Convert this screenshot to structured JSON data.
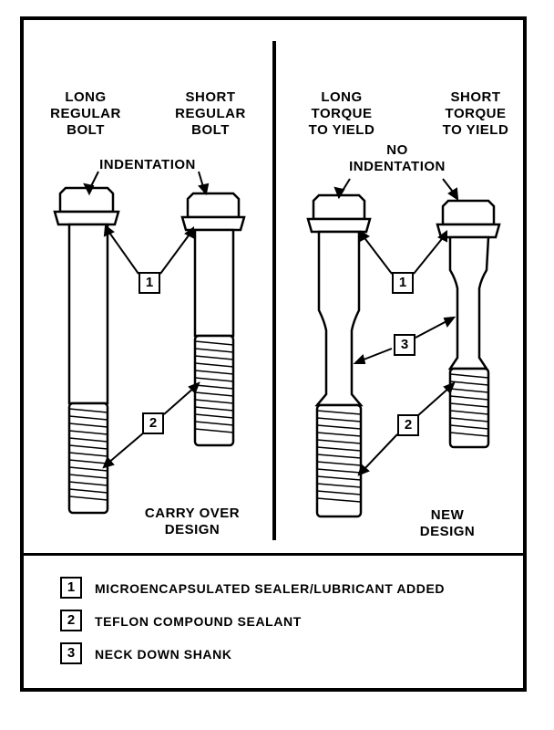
{
  "labels": {
    "long_regular_bolt": "LONG\nREGULAR\nBOLT",
    "short_regular_bolt": "SHORT\nREGULAR\nBOLT",
    "indentation": "INDENTATION",
    "carry_over_design": "CARRY OVER\nDESIGN",
    "long_torque_to_yield": "LONG\nTORQUE\nTO YIELD",
    "short_torque_to_yield": "SHORT\nTORQUE\nTO YIELD",
    "no_indentation": "NO\nINDENTATION",
    "new_design": "NEW\nDESIGN"
  },
  "callouts": {
    "one": "1",
    "two": "2",
    "three": "3"
  },
  "legend": [
    {
      "number": "1",
      "text": "MICROENCAPSULATED SEALER/LUBRICANT ADDED"
    },
    {
      "number": "2",
      "text": "TEFLON COMPOUND SEALANT"
    },
    {
      "number": "3",
      "text": "NECK DOWN SHANK"
    }
  ]
}
